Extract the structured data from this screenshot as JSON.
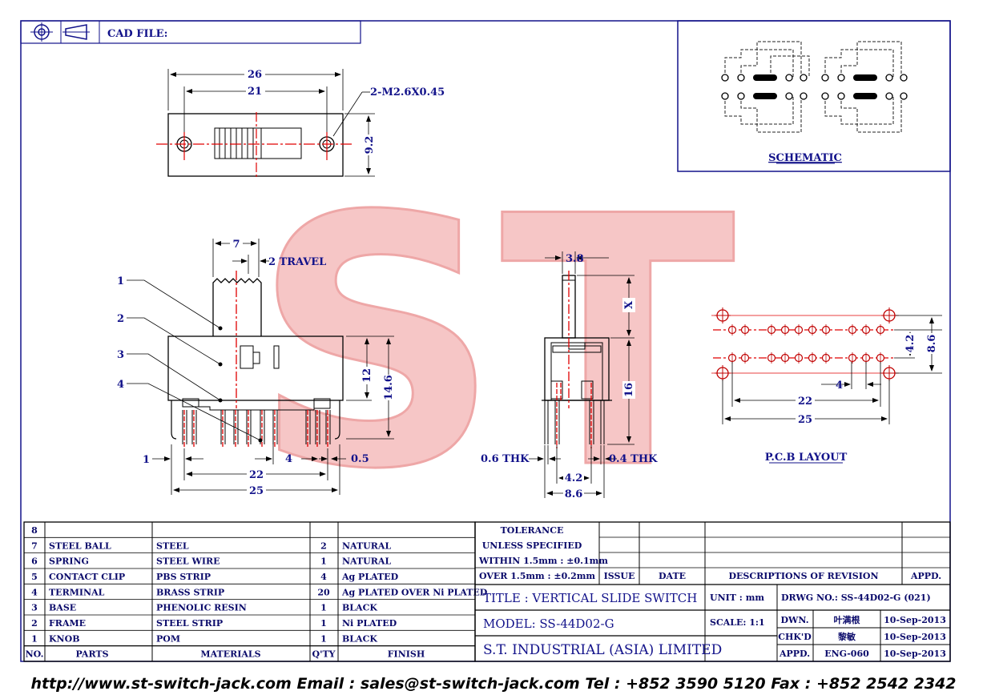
{
  "header": {
    "cad_label": "CAD FILE:"
  },
  "top_view": {
    "dim_overall": "26",
    "dim_holes": "21",
    "dim_thread": "2-M2.6X0.45",
    "dim_height": "9.2"
  },
  "front_view": {
    "dim_knob": "7",
    "dim_travel": "2 TRAVEL",
    "callouts": [
      "1",
      "2",
      "3",
      "4"
    ],
    "dim_12": "12",
    "dim_14_6": "14.6",
    "dim_1": "1",
    "dim_4": "4",
    "dim_0_5": "0.5",
    "dim_22": "22",
    "dim_25": "25"
  },
  "side_view": {
    "dim_3_8": "3.8",
    "dim_x": "X",
    "dim_16": "16",
    "dim_06": "0.6 THK",
    "dim_04": "0.4 THK",
    "dim_4_2": "4.2",
    "dim_8_6": "8.6"
  },
  "schematic": {
    "label": "SCHEMATIC"
  },
  "pcb": {
    "label": "P.C.B LAYOUT",
    "dim_4_2": "4.2",
    "dim_8_6": "8.6",
    "dim_4": "4",
    "dim_22": "22",
    "dim_25": "25"
  },
  "watermark": {
    "text": "ST",
    "color": "#f2aaaa"
  },
  "parts": [
    {
      "no": "8",
      "part": "",
      "material": "",
      "qty": "",
      "finish": ""
    },
    {
      "no": "7",
      "part": "STEEL BALL",
      "material": "STEEL",
      "qty": "2",
      "finish": "NATURAL"
    },
    {
      "no": "6",
      "part": "SPRING",
      "material": "STEEL WIRE",
      "qty": "1",
      "finish": "NATURAL"
    },
    {
      "no": "5",
      "part": "CONTACT CLIP",
      "material": "PBS STRIP",
      "qty": "4",
      "finish": "Ag PLATED"
    },
    {
      "no": "4",
      "part": "TERMINAL",
      "material": "BRASS STRIP",
      "qty": "20",
      "finish": "Ag PLATED OVER Ni PLATED"
    },
    {
      "no": "3",
      "part": "BASE",
      "material": "PHENOLIC RESIN",
      "qty": "1",
      "finish": "BLACK"
    },
    {
      "no": "2",
      "part": "FRAME",
      "material": "STEEL STRIP",
      "qty": "1",
      "finish": "Ni PLATED"
    },
    {
      "no": "1",
      "part": "KNOB",
      "material": "POM",
      "qty": "1",
      "finish": "BLACK"
    }
  ],
  "parts_header": {
    "no": "NO.",
    "part": "PARTS",
    "material": "MATERIALS",
    "qty": "Q'TY",
    "finish": "FINISH"
  },
  "tolerance": {
    "line1": "TOLERANCE",
    "line2": "UNLESS  SPECIFIED",
    "line3": "WITHIN 1.5mm : ±0.1mm",
    "line4": "OVER 1.5mm : ±0.2mm"
  },
  "revision": {
    "issue": "ISSUE",
    "date": "DATE",
    "desc": "DESCRIPTIONS OF REVISION",
    "appd": "APPD."
  },
  "title_block": {
    "title": "TITLE :  VERTICAL SLIDE SWITCH",
    "model": "MODEL:  SS-44D02-G",
    "company": "S.T. INDUSTRIAL  (ASIA)  LIMITED",
    "unit": "UNIT :  mm",
    "scale": "SCALE:  1:1",
    "drwg": "DRWG NO.: SS-44D02-G (021)",
    "dwn": "DWN.",
    "dwn_name": "叶满根",
    "dwn_date": "10-Sep-2013",
    "chk": "CHK'D",
    "chk_name": "黎敏",
    "chk_date": "10-Sep-2013",
    "appd": "APPD.",
    "appd_name": "ENG-060",
    "appd_date": "10-Sep-2013"
  },
  "footer": {
    "text": "http://www.st-switch-jack.com  Email : sales@st-switch-jack.com  Tel : +852 3590 5120  Fax : +852 2542 2342"
  }
}
